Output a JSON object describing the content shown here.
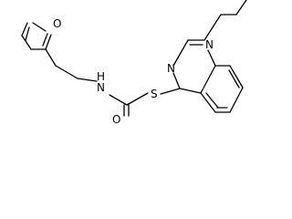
{
  "molecule": {
    "atoms": {
      "furan_o": "O",
      "amide_n": "N",
      "amide_h": "H",
      "carbonyl_o": "O",
      "thio_s": "S",
      "quin_n3": "N",
      "quin_n1": "N"
    }
  }
}
